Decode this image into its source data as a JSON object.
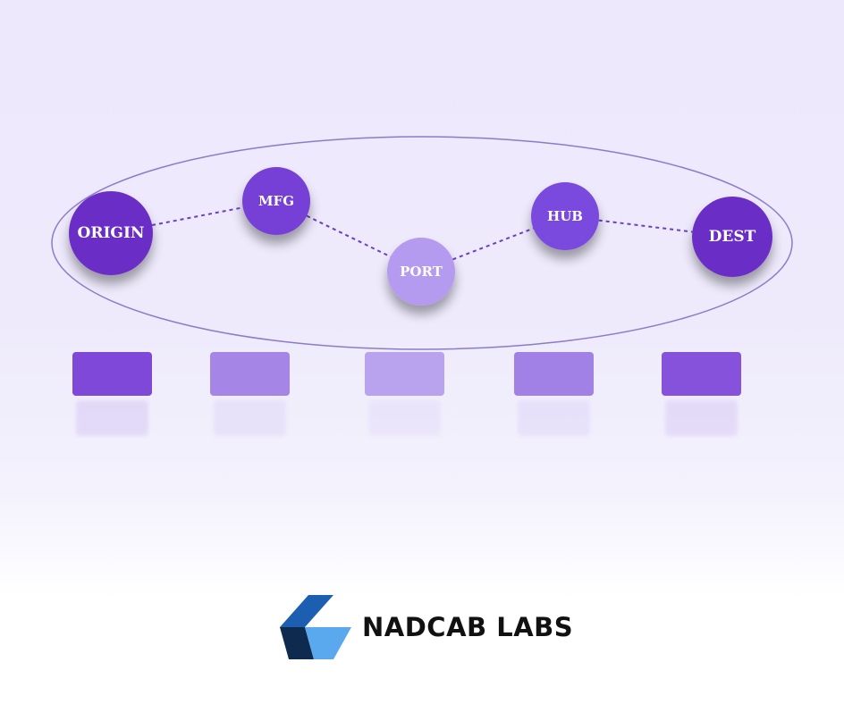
{
  "diagram": {
    "nodes": [
      {
        "id": "origin",
        "label": "ORIGIN",
        "color": "#6a2fc6"
      },
      {
        "id": "mfg",
        "label": "MFG",
        "color": "#7640d6"
      },
      {
        "id": "port",
        "label": "PORT",
        "color": "#b59bef"
      },
      {
        "id": "hub",
        "label": "HUB",
        "color": "#7a48de"
      },
      {
        "id": "dest",
        "label": "DEST",
        "color": "#6a2fc6"
      }
    ],
    "blocks": [
      {
        "color": "#8048d8"
      },
      {
        "color": "#a586e6"
      },
      {
        "color": "#b9a2ee"
      },
      {
        "color": "#a281e6"
      },
      {
        "color": "#8652dc"
      }
    ],
    "ellipse_color": "#8c7cc8",
    "connector_color": "#6a3ec8"
  },
  "brand": {
    "name": "NADCAB LABS",
    "logo_colors": [
      "#1c5fb0",
      "#0f2a4f",
      "#5aa8ee"
    ]
  }
}
